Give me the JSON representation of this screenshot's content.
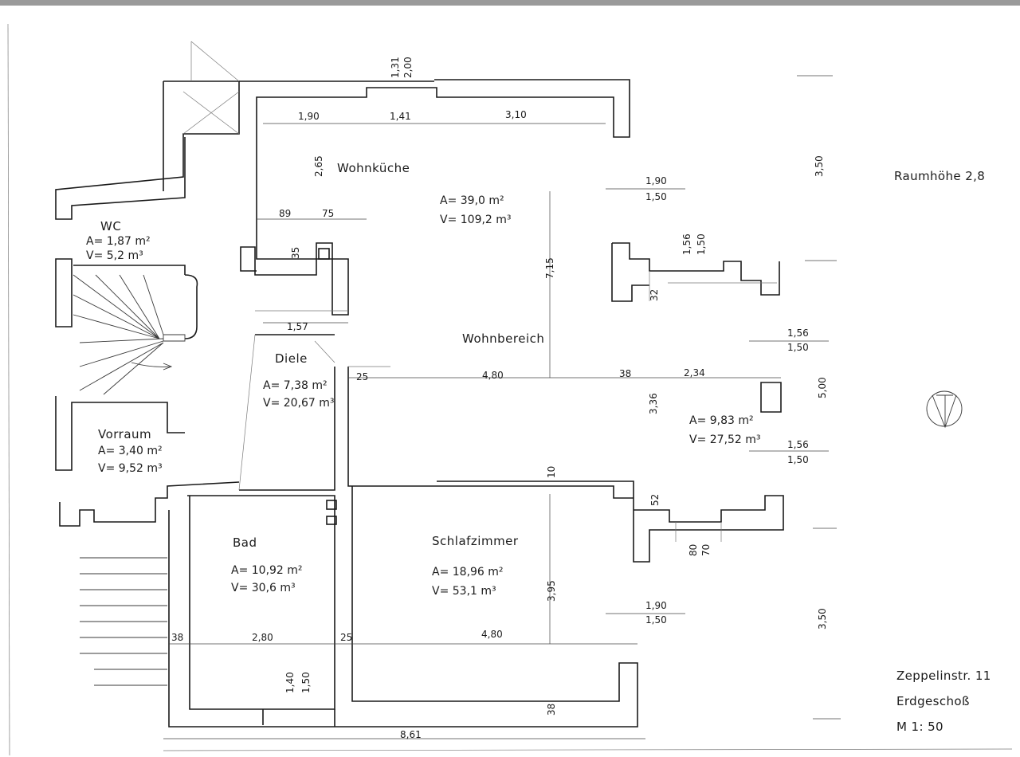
{
  "rooms": {
    "wohnkueche": {
      "name": "Wohnküche",
      "area": "A= 39,0  m²",
      "volume": "V= 109,2  m³"
    },
    "wohnbereich": {
      "name": "Wohnbereich",
      "area": "A= 9,83 m²",
      "volume": "V= 27,52 m³"
    },
    "wc": {
      "name": "WC",
      "area": "A= 1,87 m²",
      "volume": "V= 5,2 m³"
    },
    "diele": {
      "name": "Diele",
      "area": "A= 7,38 m²",
      "volume": "V= 20,67 m³"
    },
    "vorraum": {
      "name": "Vorraum",
      "area": "A= 3,40 m²",
      "volume": "V= 9,52 m³"
    },
    "bad": {
      "name": "Bad",
      "area": "A= 10,92 m²",
      "volume": "V= 30,6  m³"
    },
    "schlafzimmer": {
      "name": "Schlafzimmer",
      "area": "A= 18,96 m²",
      "volume": "V= 53,1  m³"
    }
  },
  "info": {
    "ceiling_height": "Raumhöhe  2,8",
    "address": "Zeppelinstr. 11",
    "floor": "Erdgeschoß",
    "scale": "M    1: 50"
  },
  "dimensions": {
    "d1_31": "1,31",
    "d2_00": "2,00",
    "d1_90a": "1,90",
    "d1_41": "1,41",
    "d3_10": "3,10",
    "d2_65": "2,65",
    "d3_50a": "3,50",
    "d1_90b": "1,90",
    "d1_50b": "1,50",
    "d89": "89",
    "d75": "75",
    "d35": "35",
    "d1_56a": "1,56",
    "d1_50a": "1,50",
    "d7_15": "7,15",
    "d32": "32",
    "d1_57": "1,57",
    "d1_56c": "1,56",
    "d1_50c": "1,50",
    "d25a": "25",
    "d4_80a": "4,80",
    "d38a": "38",
    "d2_34": "2,34",
    "d5_00": "5,00",
    "d3_36": "3,36",
    "d1_56d": "1,56",
    "d1_50d": "1,50",
    "d10": "10",
    "d52": "52",
    "d80": "80",
    "d70": "70",
    "d3_95": "3,95",
    "d1_90e": "1,90",
    "d1_50e": "1,50",
    "d3_50b": "3,50",
    "d38b": "38",
    "d2_80": "2,80",
    "d25b": "25",
    "d4_80b": "4,80",
    "d1_40": "1,40",
    "d1_50f": "1,50",
    "d38c": "38",
    "d8_61": "8,61"
  }
}
